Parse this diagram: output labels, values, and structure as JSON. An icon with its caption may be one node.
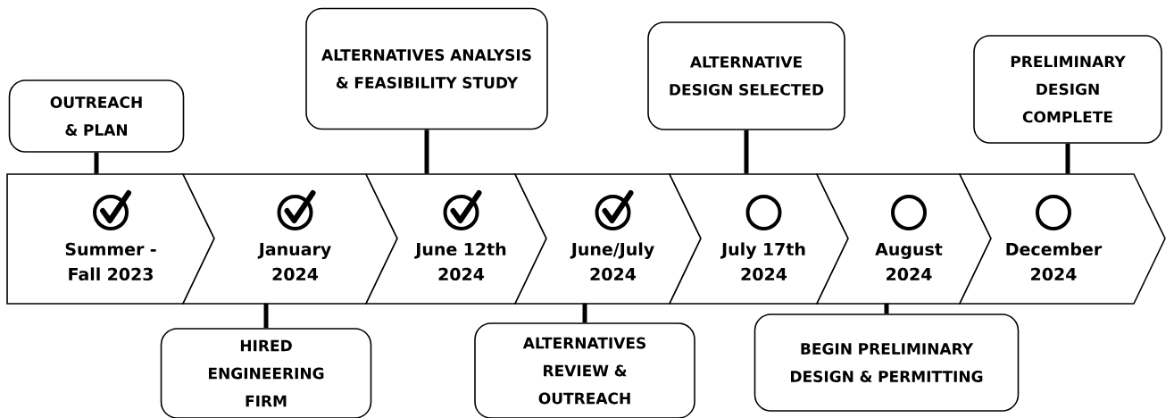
{
  "diagram": {
    "nodes": [
      {
        "text": [
          "Summer - Fall 2023"
        ]
      },
      {
        "text": [
          "January 2024"
        ]
      },
      {
        "text": [
          "June 12th 2024"
        ]
      },
      {
        "text": [
          "June/July 2024"
        ]
      },
      {
        "text": [
          "July 17th 2024"
        ]
      },
      {
        "text": [
          "August 2024"
        ]
      },
      {
        "text": [
          "December 2024"
        ]
      },
      {
        "text": [
          "OUTREACH & PLAN"
        ]
      },
      {
        "text": [
          "HIRED ENGINEERING FIRM"
        ]
      },
      {
        "text": [
          "ALTERNATIVES ANALYSIS & FEASIBILITY STUDY"
        ]
      },
      {
        "text": [
          "ALTERNATIVES REVIEW & OUTREACH"
        ]
      },
      {
        "text": [
          "ALTERNATIVE DESIGN SELECTED"
        ]
      },
      {
        "text": [
          "BEGIN PRELIMINARY DESIGN & PERMITTING"
        ]
      },
      {
        "text": [
          "PRELIMINARY DESIGN COMPLETE"
        ]
      }
    ],
    "edges": [
      {
        "from": 7,
        "to": 0,
        "arrow": "none"
      },
      {
        "from": 8,
        "to": 1,
        "arrow": "none"
      },
      {
        "from": 9,
        "to": 2,
        "arrow": "none"
      },
      {
        "from": 10,
        "to": 3,
        "arrow": "none"
      },
      {
        "from": 11,
        "to": 4,
        "arrow": "none"
      },
      {
        "from": 12,
        "to": 5,
        "arrow": "none"
      },
      {
        "from": 13,
        "to": 6,
        "arrow": "none"
      }
    ]
  }
}
